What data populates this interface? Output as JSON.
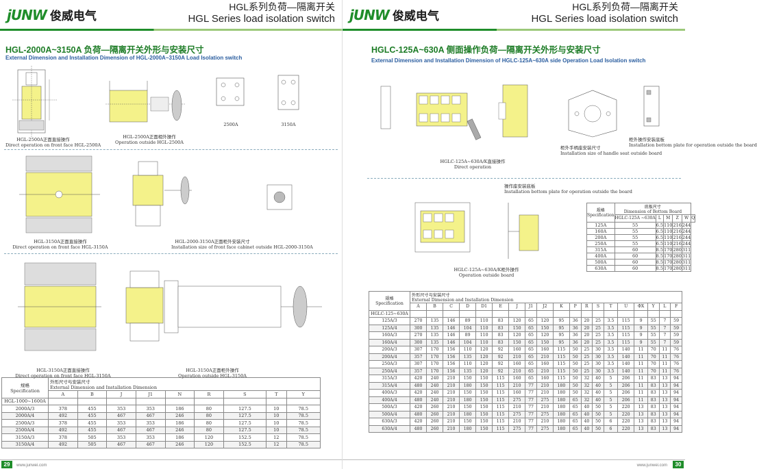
{
  "brand": {
    "mark": "jUNW",
    "name_cn": "俊威电气"
  },
  "colors": {
    "brand_green": "#1f8d2a",
    "title_green": "#1d7c26",
    "subtitle_blue": "#2a5d9f",
    "switch_yellow": "#f4f28a"
  },
  "left": {
    "header": {
      "title_cn": "HGL系列负荷—隔离开关",
      "title_en": "HGL Series load isolation switch"
    },
    "section": {
      "title": "HGL-2000A~3150A 负荷—隔离开关外形与安装尺寸",
      "subtitle": "External Dimension and Installation Dimension of HGL-2000A~3150A Load Isolation switch"
    },
    "captions": {
      "c1_cn": "HGL-2500A正面直接操作",
      "c1_en": "Direct operation on front face HGL-2500A",
      "c2_cn": "HGL-2500A正面相外操作",
      "c2_en": "Operation outside HGL-2500A",
      "c3": "2500A",
      "c4": "3150A",
      "c5_cn": "HGL-3150A正面直接操作",
      "c5_en": "Direct operation on front face HGL-3150A",
      "c6_cn": "HGL-2000-3150A正面柜外安装尺寸",
      "c6_en": "Installation size of front face cabinet outside HGL-2000-3150A",
      "c7_cn": "HGL-3150A正面直接操作",
      "c7_en": "Direct operation on front face HGL-3150A",
      "c8_cn": "HGL-3150A正面柜外操作",
      "c8_en": "Operation outside HGL-3150A"
    },
    "table": {
      "spec_cn": "规格",
      "spec_en": "Specification",
      "spec_range": "HGL-1000~1600A",
      "group_cn": "外形尺寸与安装尺寸",
      "group_en": "External Dimension and Installation Dimension",
      "columns": [
        "A",
        "B",
        "J",
        "J1",
        "N",
        "R",
        "S",
        "T",
        "Y"
      ],
      "rows": [
        [
          "2000A/3",
          "378",
          "455",
          "353",
          "353",
          "186",
          "80",
          "127.5",
          "10",
          "78.5"
        ],
        [
          "2000A/4",
          "492",
          "455",
          "467",
          "467",
          "246",
          "80",
          "127.5",
          "10",
          "78.5"
        ],
        [
          "2500A/3",
          "378",
          "455",
          "353",
          "353",
          "186",
          "80",
          "127.5",
          "10",
          "78.5"
        ],
        [
          "2500A/4",
          "492",
          "455",
          "467",
          "467",
          "246",
          "80",
          "127.5",
          "10",
          "78.5"
        ],
        [
          "3150A/3",
          "378",
          "505",
          "353",
          "353",
          "186",
          "120",
          "152.5",
          "12",
          "78.5"
        ],
        [
          "3150A/4",
          "492",
          "505",
          "467",
          "467",
          "246",
          "120",
          "152.5",
          "12",
          "78.5"
        ]
      ]
    },
    "footer": {
      "page": "29",
      "site": "www.junwei.com"
    }
  },
  "right": {
    "header": {
      "title_cn": "HGL系列负荷—隔离开关",
      "title_en": "HGL Series load isolation switch"
    },
    "section": {
      "title": "HGLC-125A~630A 侧面操作负荷—隔离开关外形与安装尺寸",
      "subtitle": "External Dimension and Installation Dimension of HGLC-125A~630A  side Operation Load Isolation switch"
    },
    "captions": {
      "d1_cn": "HGLC-125A~630A/K直接操作",
      "d1_en": "Direct operation",
      "d2_cn": "柜外手柄座安装尺寸",
      "d2_en": "Installation size of handle seat outside board",
      "d3_cn": "柜外操作安装底板",
      "d3_en": "Installation bottom plate for operation outside the board",
      "d4_cn": "操作座安装底板",
      "d4_en": "Installation bottom plate for operation outside the board",
      "d5_cn": "HGLC-125A~630A/K柜外操作",
      "d5_en": "Operation outside board"
    },
    "small_table": {
      "spec_cn": "规格",
      "spec_en": "Specification",
      "spec_range": "HGLC-125A ~630A",
      "group_cn": "底板尺寸",
      "group_en": "Dimension of Bottom Board",
      "columns": [
        "L",
        "M",
        "Z",
        "W",
        "Q"
      ],
      "rows": [
        [
          "125A",
          "55",
          "6.5",
          "110",
          "216",
          "244"
        ],
        [
          "160A",
          "55",
          "6.5",
          "110",
          "216",
          "244"
        ],
        [
          "200A",
          "55",
          "6.5",
          "110",
          "216",
          "244"
        ],
        [
          "250A",
          "55",
          "6.5",
          "110",
          "216",
          "244"
        ],
        [
          "315A",
          "60",
          "8.5",
          "170",
          "280",
          "311"
        ],
        [
          "400A",
          "60",
          "8.5",
          "170",
          "280",
          "311"
        ],
        [
          "500A",
          "60",
          "8.5",
          "170",
          "280",
          "311"
        ],
        [
          "630A",
          "60",
          "8.5",
          "170",
          "280",
          "311"
        ]
      ]
    },
    "table": {
      "spec_cn": "规格",
      "spec_en": "Specification",
      "spec_range": "HGLC-125~630A",
      "group_cn": "外形尺寸与安装尺寸",
      "group_en": "External Dimension and Installation Dimension",
      "columns": [
        "A",
        "B",
        "C",
        "D",
        "D1",
        "E",
        "J",
        "J1",
        "J2",
        "K",
        "P",
        "R",
        "S",
        "T",
        "U",
        "ΦX",
        "Y",
        "L",
        "F"
      ],
      "rows": [
        [
          "125A/3",
          "270",
          "135",
          "146",
          "89",
          "110",
          "83",
          "120",
          "65",
          "120",
          "95",
          "36",
          "20",
          "25",
          "3.5",
          "115",
          "9",
          "55",
          "7",
          "59"
        ],
        [
          "125A/4",
          "300",
          "135",
          "146",
          "104",
          "110",
          "83",
          "150",
          "65",
          "150",
          "95",
          "36",
          "20",
          "25",
          "3.5",
          "115",
          "9",
          "55",
          "7",
          "59"
        ],
        [
          "160A/3",
          "270",
          "135",
          "146",
          "89",
          "110",
          "83",
          "120",
          "65",
          "120",
          "95",
          "36",
          "20",
          "25",
          "3.5",
          "115",
          "9",
          "55",
          "7",
          "59"
        ],
        [
          "160A/4",
          "300",
          "135",
          "146",
          "104",
          "110",
          "83",
          "150",
          "65",
          "150",
          "95",
          "36",
          "20",
          "25",
          "3.5",
          "115",
          "9",
          "55",
          "7",
          "59"
        ],
        [
          "200A/3",
          "307",
          "170",
          "156",
          "110",
          "120",
          "92",
          "160",
          "65",
          "160",
          "115",
          "50",
          "25",
          "30",
          "3.5",
          "140",
          "11",
          "70",
          "11",
          "76"
        ],
        [
          "200A/4",
          "357",
          "170",
          "156",
          "135",
          "120",
          "92",
          "210",
          "65",
          "210",
          "115",
          "50",
          "25",
          "30",
          "3.5",
          "140",
          "11",
          "70",
          "11",
          "76"
        ],
        [
          "250A/3",
          "307",
          "170",
          "156",
          "110",
          "120",
          "92",
          "160",
          "65",
          "160",
          "115",
          "50",
          "25",
          "30",
          "3.5",
          "140",
          "11",
          "70",
          "11",
          "76"
        ],
        [
          "250A/4",
          "357",
          "170",
          "156",
          "135",
          "120",
          "92",
          "210",
          "65",
          "210",
          "115",
          "50",
          "25",
          "30",
          "3.5",
          "140",
          "11",
          "70",
          "11",
          "76"
        ],
        [
          "315A/3",
          "420",
          "240",
          "210",
          "150",
          "150",
          "115",
          "160",
          "65",
          "160",
          "115",
          "50",
          "32",
          "40",
          "5",
          "206",
          "11",
          "83",
          "13",
          "94"
        ],
        [
          "315A/4",
          "480",
          "240",
          "210",
          "180",
          "150",
          "115",
          "210",
          "77",
          "210",
          "180",
          "50",
          "32",
          "40",
          "5",
          "206",
          "11",
          "83",
          "13",
          "94"
        ],
        [
          "400A/3",
          "420",
          "240",
          "210",
          "150",
          "150",
          "115",
          "160",
          "77",
          "210",
          "180",
          "50",
          "32",
          "40",
          "5",
          "206",
          "11",
          "83",
          "13",
          "94"
        ],
        [
          "400A/4",
          "480",
          "240",
          "210",
          "180",
          "150",
          "115",
          "275",
          "77",
          "275",
          "180",
          "65",
          "32",
          "40",
          "5",
          "206",
          "11",
          "83",
          "13",
          "94"
        ],
        [
          "500A/3",
          "420",
          "260",
          "210",
          "150",
          "150",
          "115",
          "210",
          "77",
          "210",
          "180",
          "65",
          "40",
          "50",
          "5",
          "220",
          "13",
          "83",
          "13",
          "94"
        ],
        [
          "500A/4",
          "480",
          "260",
          "210",
          "180",
          "150",
          "115",
          "275",
          "77",
          "275",
          "180",
          "65",
          "40",
          "50",
          "5",
          "220",
          "13",
          "83",
          "13",
          "94"
        ],
        [
          "630A/3",
          "420",
          "260",
          "210",
          "150",
          "150",
          "115",
          "210",
          "77",
          "210",
          "180",
          "65",
          "40",
          "50",
          "6",
          "220",
          "13",
          "83",
          "13",
          "94"
        ],
        [
          "630A/4",
          "480",
          "260",
          "210",
          "180",
          "150",
          "115",
          "275",
          "77",
          "275",
          "180",
          "65",
          "40",
          "50",
          "6",
          "220",
          "13",
          "83",
          "13",
          "94"
        ]
      ]
    },
    "footer": {
      "page": "30",
      "site": "www.junwei.com"
    }
  }
}
